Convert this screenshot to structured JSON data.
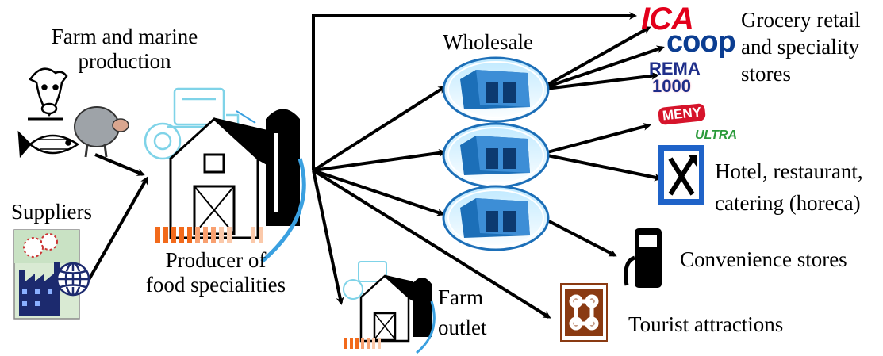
{
  "labels": {
    "farm_marine": [
      "Farm and marine",
      "production"
    ],
    "suppliers": "Suppliers",
    "producer": [
      "Producer of",
      "food specialities"
    ],
    "wholesale": "Wholesale",
    "farm_outlet": [
      "Farm",
      "outlet"
    ],
    "grocery": [
      "Grocery retail",
      "and speciality",
      "stores"
    ],
    "horeca": [
      "Hotel, restaurant,",
      "catering (horeca)"
    ],
    "convenience": "Convenience stores",
    "tourist": "Tourist attractions"
  },
  "logos": {
    "ica": "ICA",
    "coop": "coop",
    "rema_1": "REMA",
    "rema_2": "1000",
    "meny": "MENY",
    "ultra": "ULTRA"
  },
  "colors": {
    "arrow": "#000000",
    "ica_red": "#e3001b",
    "coop_blue": "#0b3d91",
    "rema_blue": "#1f2e8a",
    "meny_red": "#d6142b",
    "ultra_green": "#2a9a3a",
    "tractor_blue": "#7fd3e8",
    "warehouse_blue": "#1c6fb8",
    "fence_orange": "#f26a1b",
    "tourist_brown": "#8a3a12",
    "horeca_blue": "#1f63c8",
    "factory_navy": "#1c2a6e"
  },
  "icons": [
    "farm-animals-icon",
    "factory-icon",
    "globe-icon",
    "tractor-icon",
    "barn-icon",
    "silo-icon",
    "warehouse-icon",
    "fork-knife-icon",
    "fuel-pump-icon",
    "attraction-icon"
  ]
}
